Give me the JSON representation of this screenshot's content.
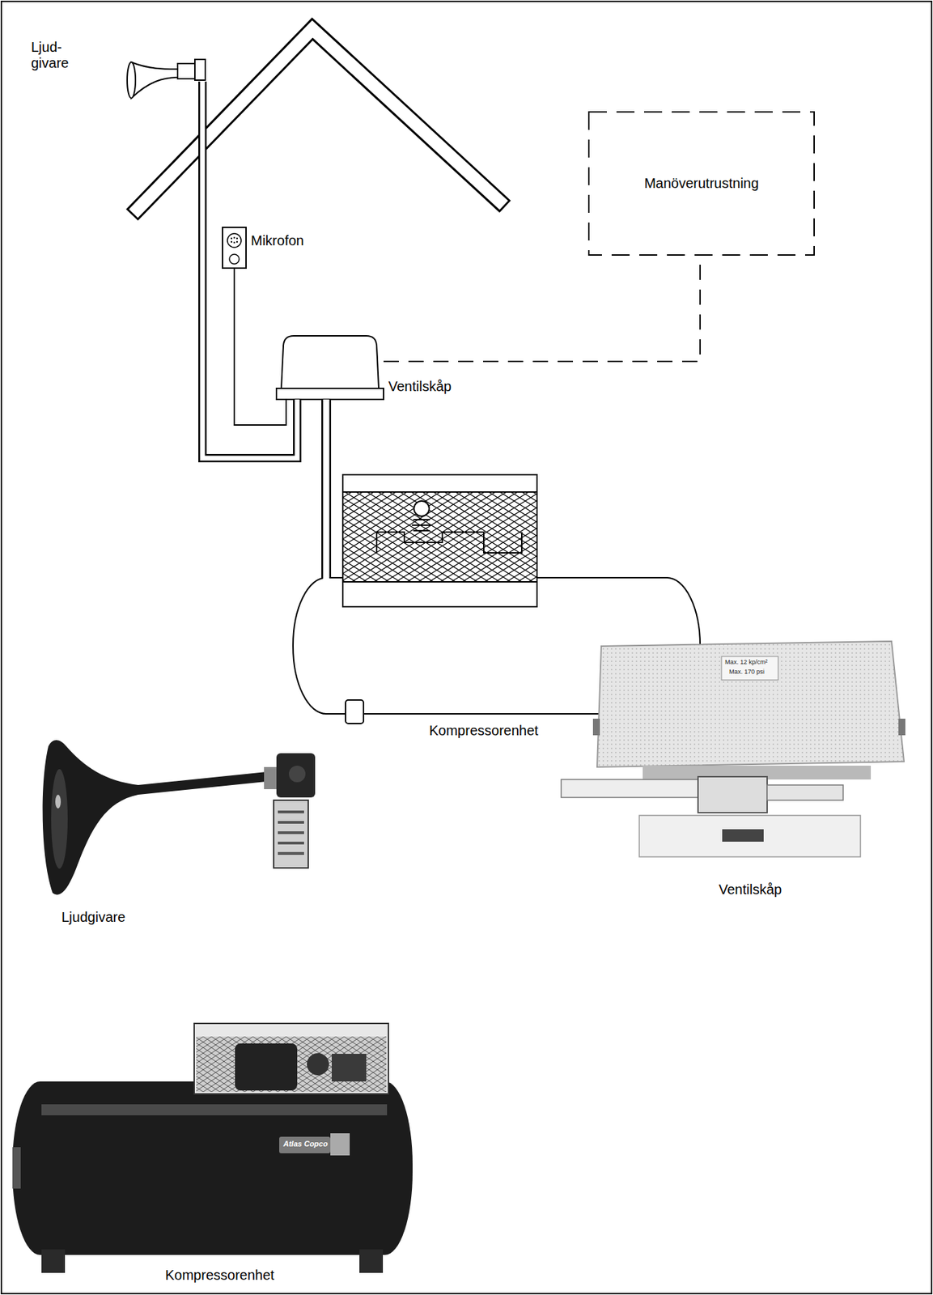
{
  "diagram": {
    "nodes": [
      {
        "text": [
          "Ljud- givare"
        ]
      },
      {
        "text": [
          "Manöverutrustning"
        ]
      },
      {
        "text": [
          "Mikrofon"
        ]
      },
      {
        "text": [
          "Ventilskåp"
        ]
      },
      {
        "text": [
          "Kompressorenhet"
        ]
      }
    ],
    "edges": [
      {
        "from": 0,
        "to": 3,
        "arrow": "none"
      },
      {
        "from": 2,
        "to": 3,
        "arrow": "none"
      },
      {
        "from": 3,
        "to": 4,
        "arrow": "none"
      },
      {
        "from": 3,
        "to": 1,
        "arrow": "none"
      }
    ],
    "labels": [
      "Max. 12 kp/cm²",
      "Max. 170 psi",
      "Ventilskåp",
      "Ljudgivare",
      "Atlas Copco",
      "Kompressorenhet"
    ]
  }
}
